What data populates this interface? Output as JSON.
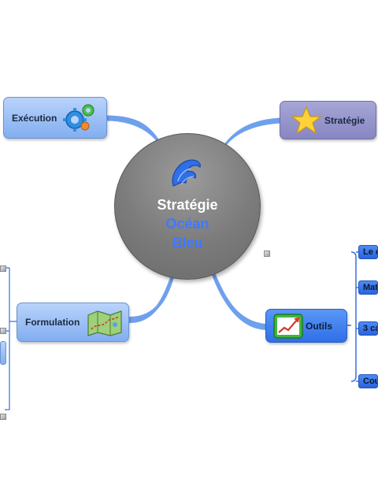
{
  "center": {
    "line1": "Stratégie",
    "line2": "Océan",
    "line3": "Bleu",
    "icon": "ocean-wave-icon"
  },
  "nodes": {
    "execution": {
      "label": "Exécution",
      "icon": "gears-icon"
    },
    "strategie": {
      "label": "Stratégie",
      "icon": "star-icon"
    },
    "formulation": {
      "label": "Formulation",
      "icon": "map-icon"
    },
    "outils": {
      "label": "Outils",
      "icon": "chart-growth-icon"
    }
  },
  "outils_children": [
    "Le c",
    "Mat",
    "3 ca",
    "Cou"
  ],
  "colors": {
    "center": "#7b7b7b",
    "accent_text": "#3f79ff",
    "branch": "#6fa0ee",
    "node_light": "#9ec1f6",
    "node_strong": "#3c7cf0",
    "node_purple": "#9796cc"
  }
}
